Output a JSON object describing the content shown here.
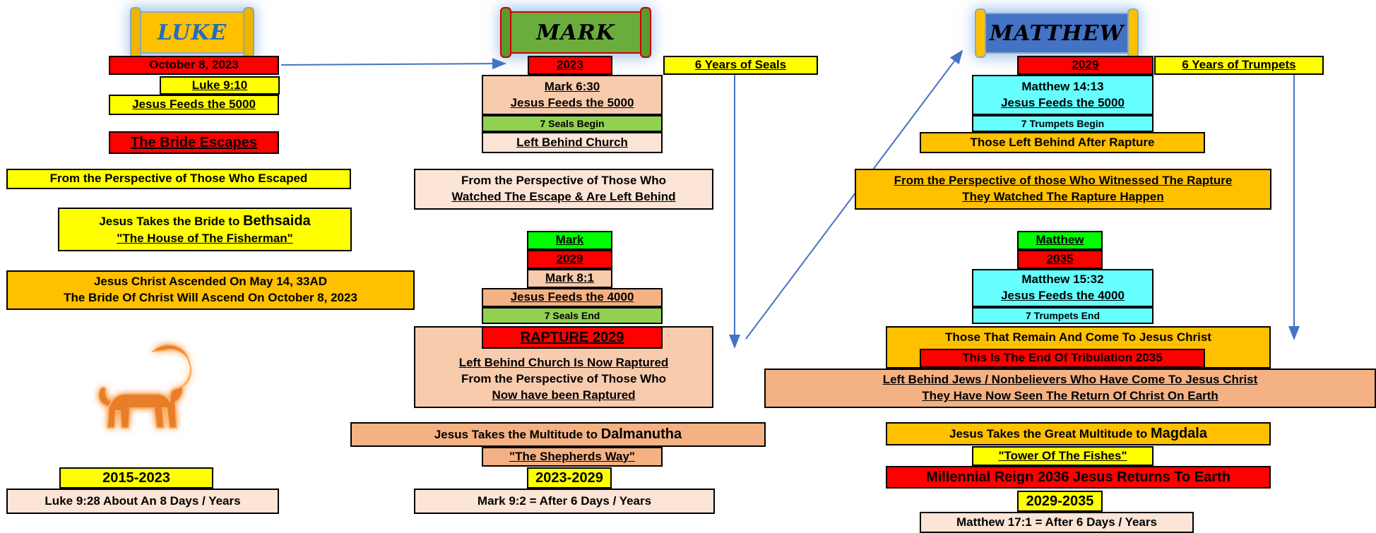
{
  "luke": {
    "title": "LUKE",
    "date": "October 8, 2023",
    "ref": "Luke 9:10",
    "feeds": "Jesus Feeds the 5000",
    "bride_escapes": "The Bride Escapes",
    "perspective": "From the Perspective of Those Who Escaped",
    "bethsaida_line1_prefix": "Jesus Takes the Bride to ",
    "bethsaida_line1_place": "Bethsaida",
    "bethsaida_line2": "\"The House of The Fisherman\"",
    "ascended_line1": "Jesus Christ Ascended On May 14, 33AD",
    "ascended_line2": "The Bride Of Christ Will Ascend On October 8, 2023",
    "years": "2015-2023",
    "transfig": "Luke 9:28 About An 8 Days / Years"
  },
  "mark": {
    "title": "MARK",
    "year1": "2023",
    "seals_years": "6 Years of Seals",
    "ref1": "Mark 6:30",
    "feeds1": "Jesus Feeds the 5000",
    "seals_begin": "7 Seals Begin",
    "left_behind_church": "Left Behind Church",
    "perspective_line1": "From the Perspective of Those Who",
    "perspective_line2": "Watched The Escape & Are Left Behind",
    "label2": "Mark",
    "year2": "2029",
    "ref2": "Mark 8:1",
    "feeds2": "Jesus Feeds the 4000",
    "seals_end": "7 Seals End",
    "rapture": "RAPTURE 2029",
    "raptured_line1": "Left Behind Church Is Now Raptured",
    "raptured_line2": "From the Perspective of Those Who",
    "raptured_line3": "Now have been Raptured",
    "dalmanutha_prefix": "Jesus Takes the Multitude to ",
    "dalmanutha_place": "Dalmanutha",
    "shepherds": "\"The Shepherds Way\"",
    "years": "2023-2029",
    "transfig": "Mark 9:2 = After 6 Days / Years"
  },
  "matthew": {
    "title": "MATTHEW",
    "year1": "2029",
    "trumpets_years": "6 Years of Trumpets",
    "ref1": "Matthew 14:13",
    "feeds1": "Jesus Feeds the 5000",
    "trumpets_begin": "7 Trumpets Begin",
    "left_behind_after": "Those Left Behind After Rapture",
    "perspective_line1": "From the Perspective of those Who Witnessed The Rapture",
    "perspective_line2": "They Watched The Rapture Happen",
    "label2": "Matthew",
    "year2": "2035",
    "ref2": "Matthew 15:32",
    "feeds2": "Jesus Feeds the 4000",
    "trumpets_end": "7 Trumpets End",
    "remain": "Those That Remain And Come To Jesus Christ",
    "end_trib": "This Is The End Of Tribulation 2035",
    "jews_line1": "Left Behind Jews / Nonbelievers Who Have Come To Jesus Christ",
    "jews_line2": "They Have Now Seen The Return Of Christ On Earth",
    "magdala_prefix": "Jesus Takes the Great Multitude to ",
    "magdala_place": "Magdala",
    "tower": "\"Tower Of The Fishes\"",
    "millennial": "Millennial Reign 2036 Jesus Returns To Earth",
    "years": "2029-2035",
    "transfig": "Matthew 17:1 = After 6 Days / Years"
  },
  "colors": {
    "yellow": "#ffff00",
    "red": "#ff0000",
    "gold": "#ffc000",
    "peach": "#f8cbad",
    "salmon": "#f4b183",
    "green": "#92d050",
    "cyan": "#66ffff",
    "arrow": "#4472c4",
    "lion": "#e87d2a"
  },
  "icons": [
    "lion-icon"
  ]
}
